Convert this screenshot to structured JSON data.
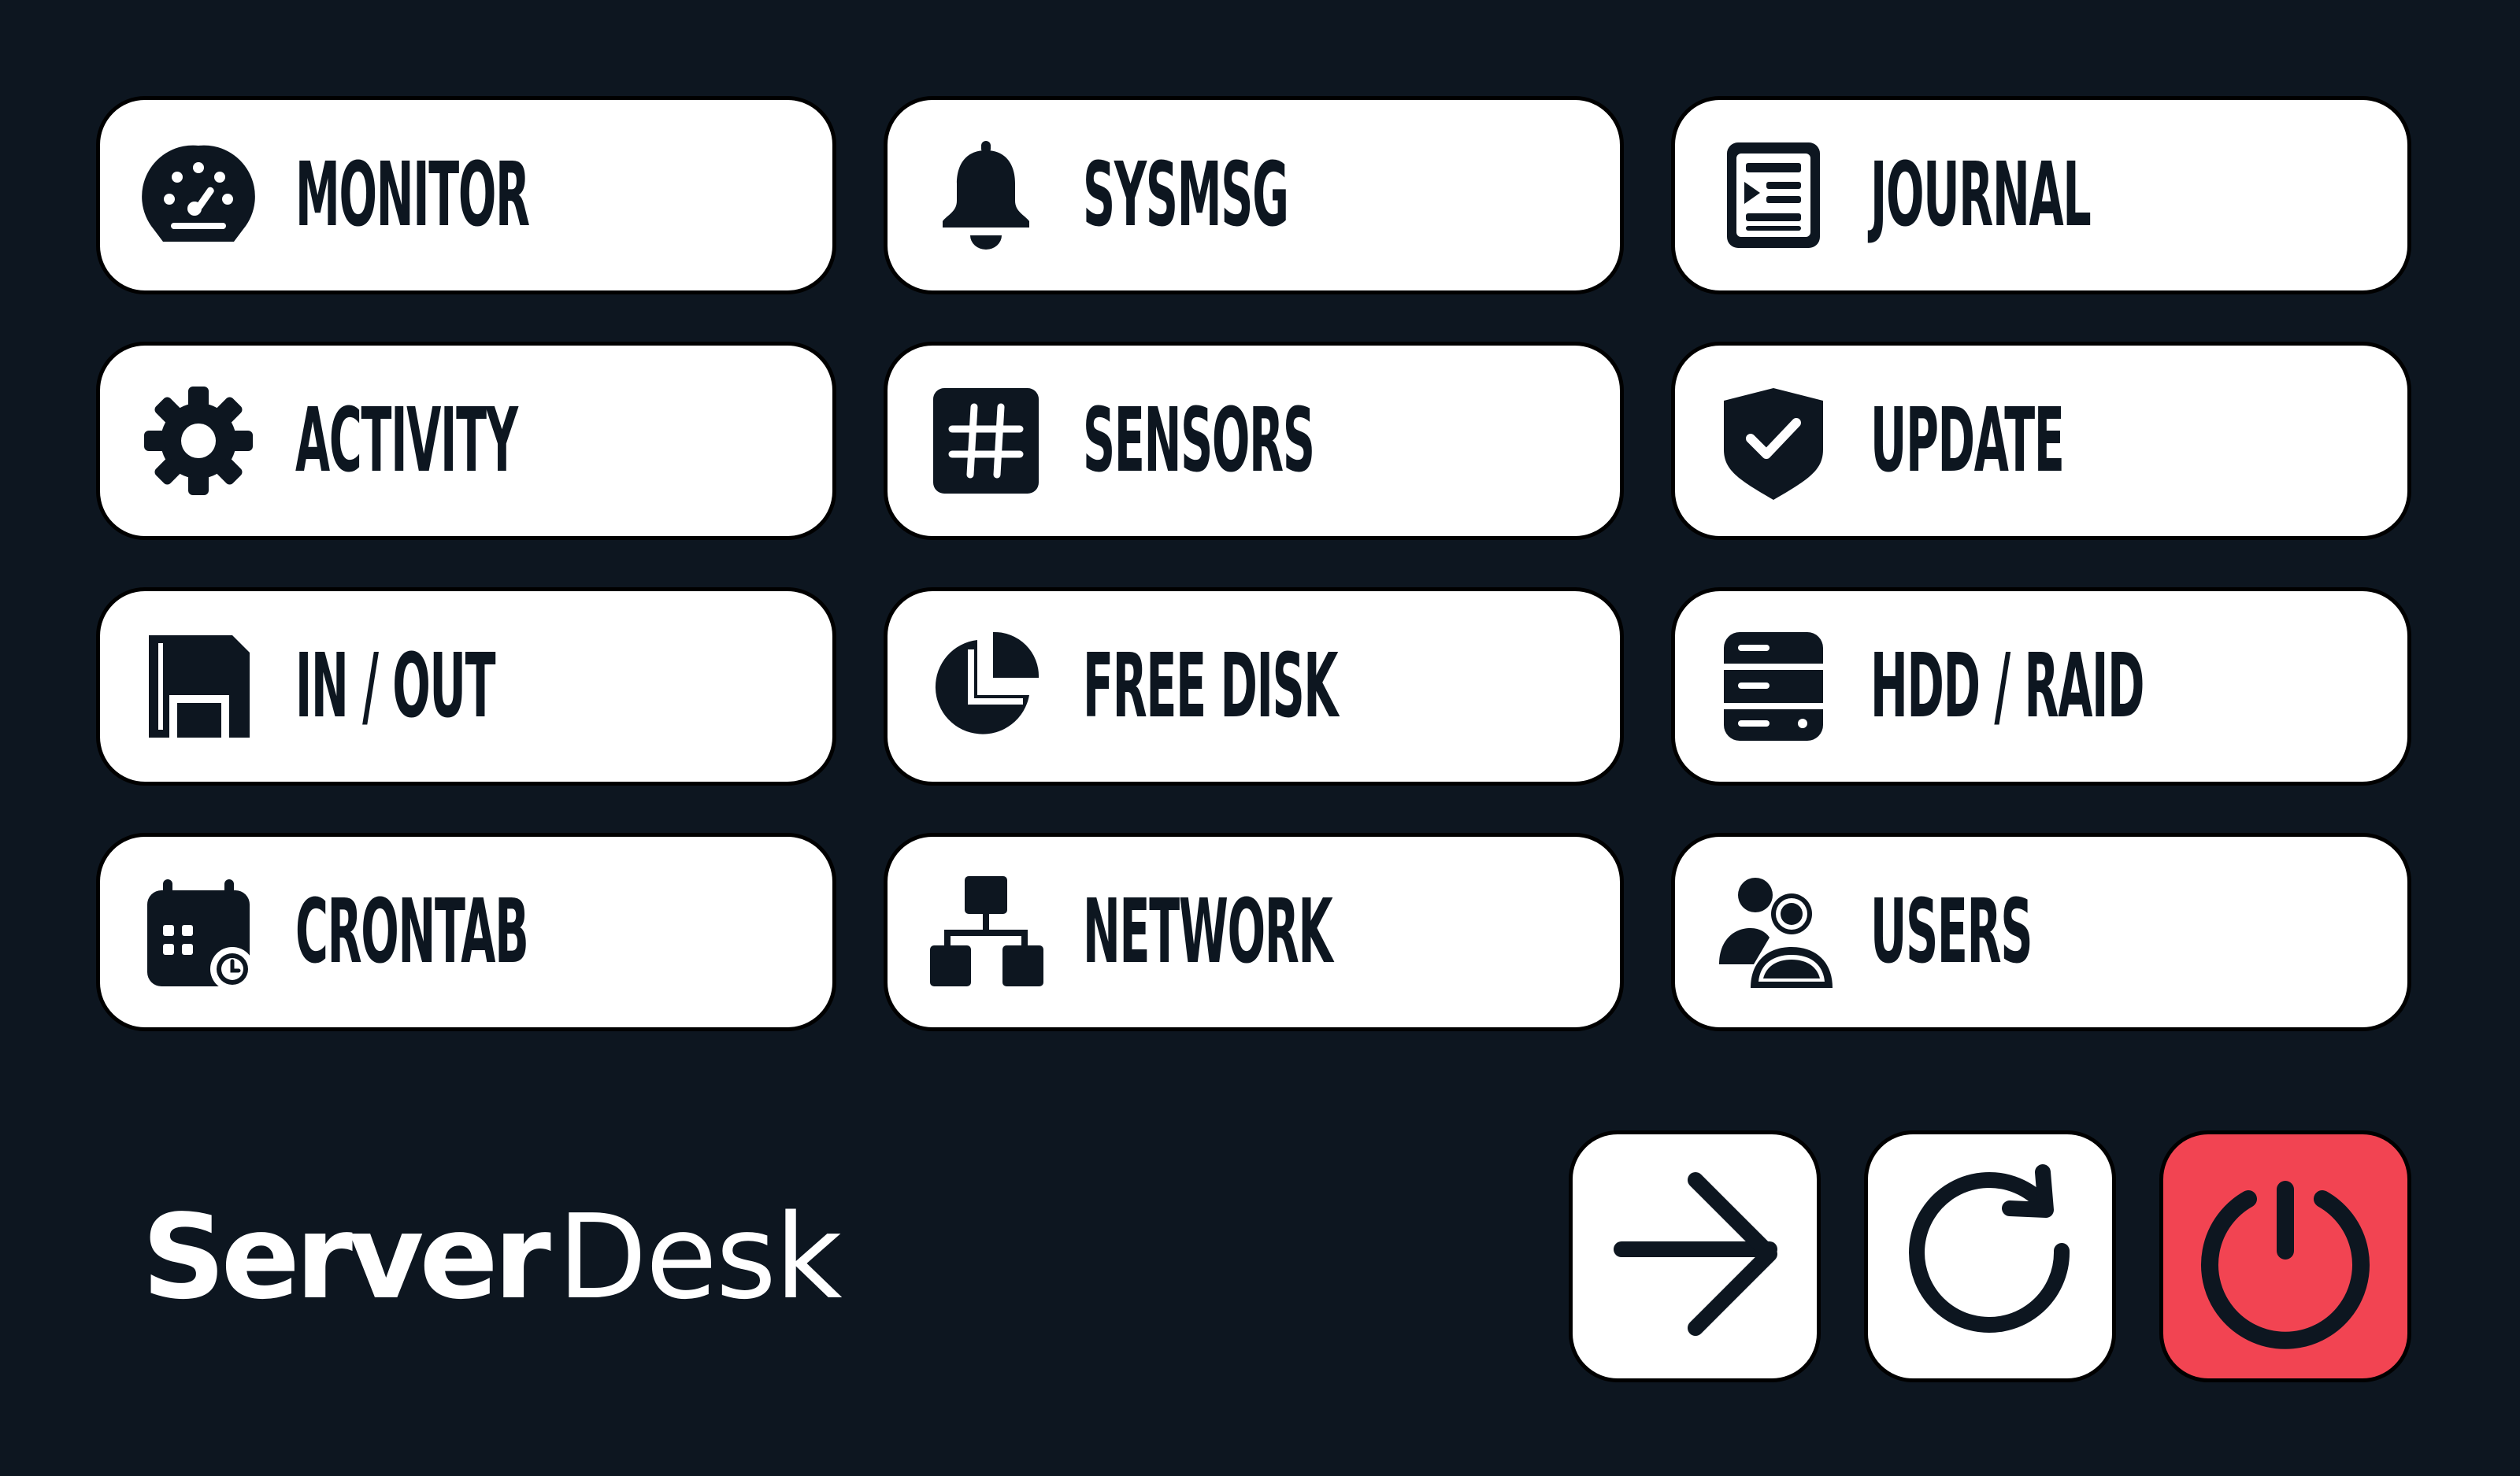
{
  "tiles": [
    {
      "label": "MONITOR",
      "icon": "speedometer-icon"
    },
    {
      "label": "SYSMSG",
      "icon": "bell-icon"
    },
    {
      "label": "JOURNAL",
      "icon": "journal-icon"
    },
    {
      "label": "ACTIVITY",
      "icon": "gear-icon"
    },
    {
      "label": "SENSORS",
      "icon": "hash-icon"
    },
    {
      "label": "UPDATE",
      "icon": "shield-check-icon"
    },
    {
      "label": "IN / OUT",
      "icon": "floppy-disk-icon"
    },
    {
      "label": "FREE DISK",
      "icon": "pie-chart-icon"
    },
    {
      "label": "HDD / RAID",
      "icon": "server-icon"
    },
    {
      "label": "CRONTAB",
      "icon": "calendar-clock-icon"
    },
    {
      "label": "NETWORK",
      "icon": "network-diagram-icon"
    },
    {
      "label": "USERS",
      "icon": "users-icon"
    }
  ],
  "brand": {
    "bold": "Server",
    "light": "Desk"
  },
  "actions": [
    {
      "name": "logout",
      "icon": "arrow-right-icon"
    },
    {
      "name": "restart",
      "icon": "restart-icon"
    },
    {
      "name": "power",
      "icon": "power-icon"
    }
  ],
  "colors": {
    "background": "#0d1620",
    "tile": "#ffffff",
    "text": "#0d1620",
    "power": "#f24452"
  }
}
